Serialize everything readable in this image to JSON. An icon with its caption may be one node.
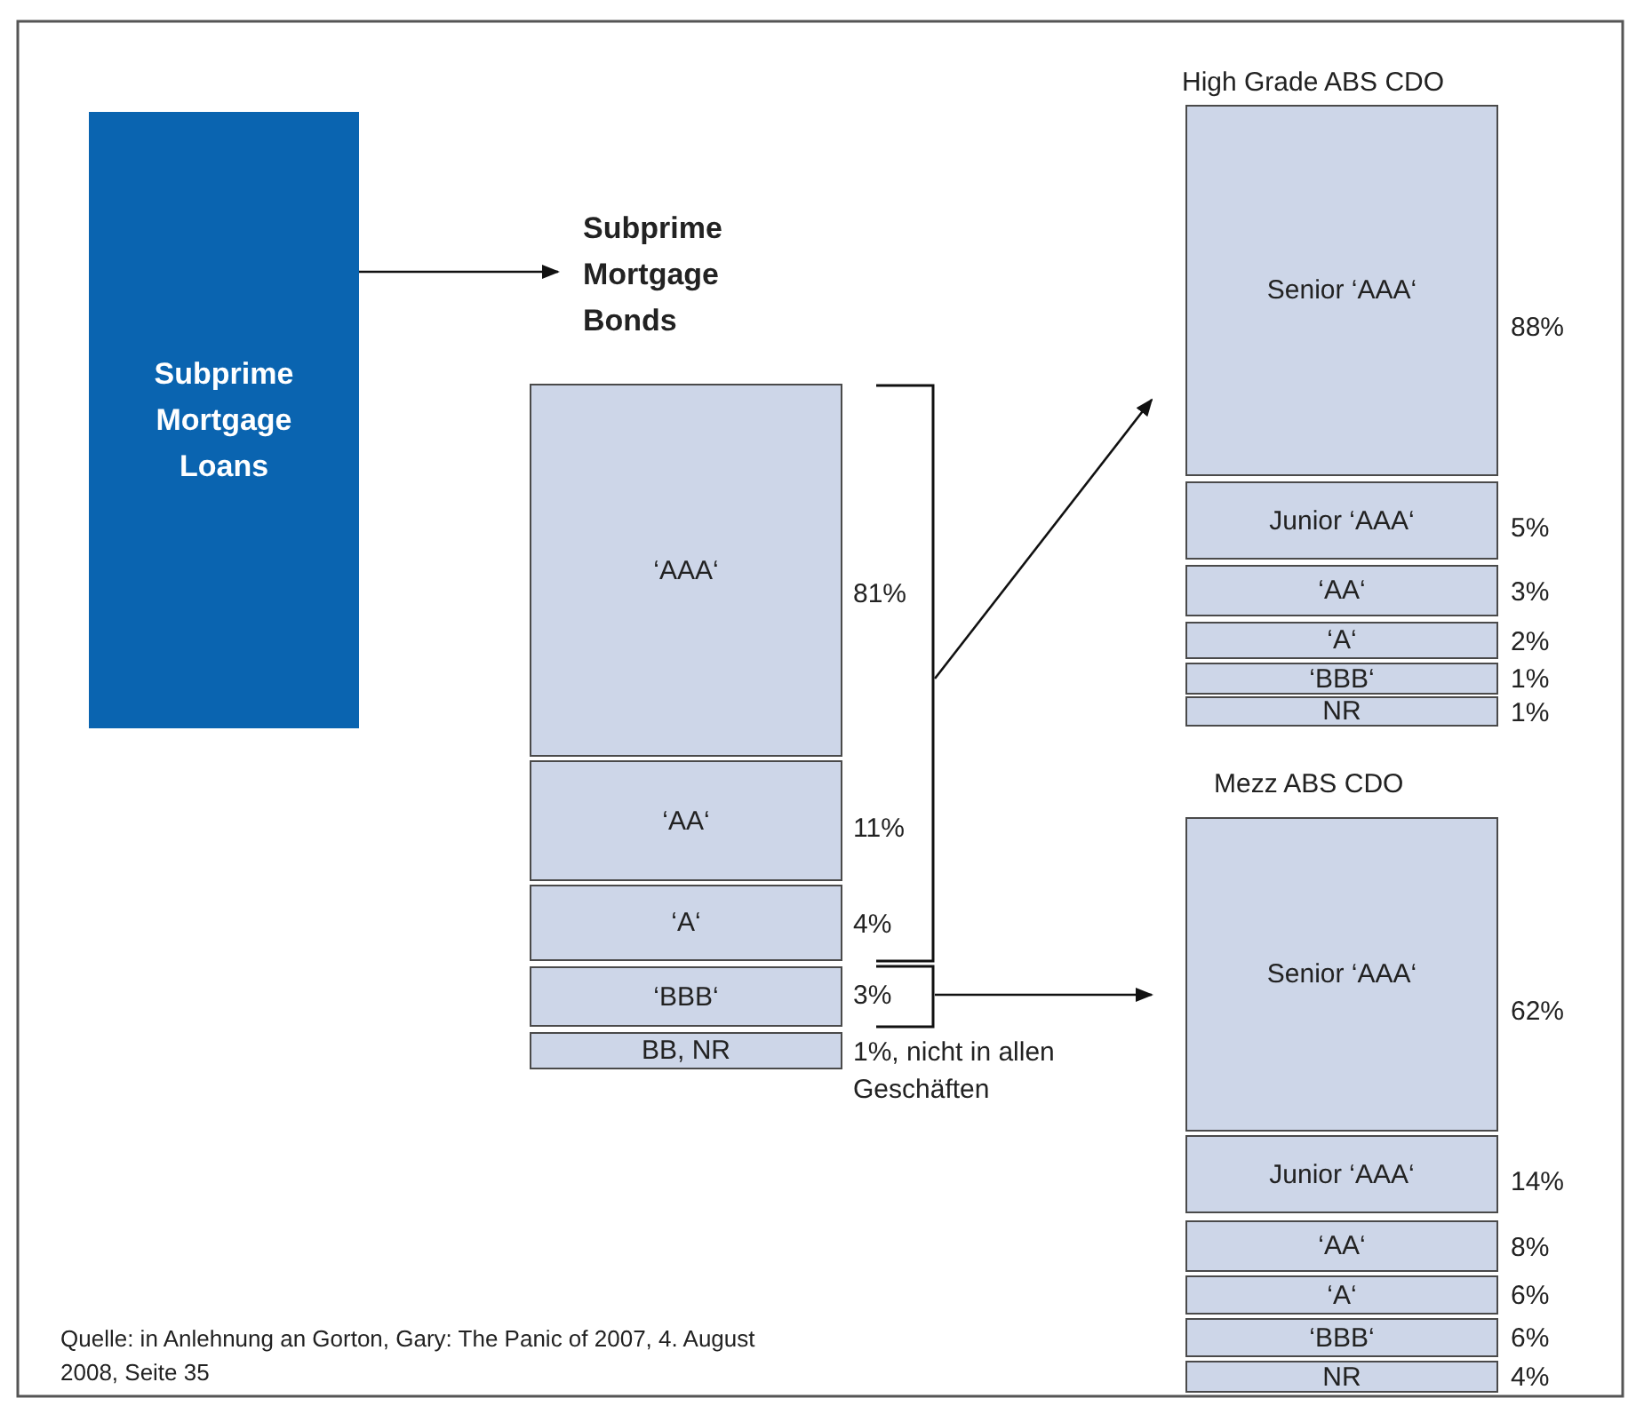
{
  "diagram": {
    "nodes": [
      {
        "text": [
          "Subprime Mortgage Loans"
        ]
      },
      {
        "text": [
          "Subprime Mortgage Bonds"
        ]
      },
      {
        "text": [
          "‘AAA‘"
        ],
        "beside": [
          "81%"
        ]
      },
      {
        "text": [
          "‘AA‘"
        ],
        "beside": [
          "11%"
        ]
      },
      {
        "text": [
          "‘A‘"
        ],
        "beside": [
          "4%"
        ]
      },
      {
        "text": [
          "‘BBB‘"
        ],
        "beside": [
          "3%"
        ]
      },
      {
        "text": [
          "BB, NR"
        ],
        "beside": [
          "1%, nicht in allen Geschäften"
        ]
      },
      {
        "text": [],
        "shape": "bracket"
      },
      {
        "text": [],
        "shape": "bracket"
      },
      {
        "text": [
          "High Grade ABS CDO"
        ]
      },
      {
        "text": [
          "Senior ‘AAA‘"
        ],
        "beside": [
          "88%"
        ],
        "in": 9
      },
      {
        "text": [
          "Junior ‘AAA‘"
        ],
        "beside": [
          "5%"
        ],
        "in": 9
      },
      {
        "text": [
          "‘AA‘"
        ],
        "beside": [
          "3%"
        ],
        "in": 9
      },
      {
        "text": [
          "‘A‘"
        ],
        "beside": [
          "2%"
        ],
        "in": 9
      },
      {
        "text": [
          "‘BBB‘"
        ],
        "beside": [
          "1%"
        ],
        "in": 9
      },
      {
        "text": [
          "NR"
        ],
        "beside": [
          "1%"
        ],
        "in": 9
      },
      {
        "text": [
          "Mezz ABS CDO"
        ]
      },
      {
        "text": [
          "Senior ‘AAA‘"
        ],
        "beside": [
          "62%"
        ],
        "in": 16
      },
      {
        "text": [
          "Junior ‘AAA‘"
        ],
        "beside": [
          "14%"
        ],
        "in": 16
      },
      {
        "text": [
          "‘AA‘"
        ],
        "beside": [
          "8%"
        ],
        "in": 16
      },
      {
        "text": [
          "‘A‘"
        ],
        "beside": [
          "6%"
        ],
        "in": 16
      },
      {
        "text": [
          "‘BBB‘"
        ],
        "beside": [
          "6%"
        ],
        "in": 16
      },
      {
        "text": [
          "NR"
        ],
        "beside": [
          "4%"
        ],
        "in": 16
      }
    ],
    "edges": [
      {
        "from": 0,
        "to": 1,
        "arrow": "to"
      },
      {
        "from": 7,
        "to": 9,
        "arrow": "to"
      },
      {
        "from": 8,
        "to": 16,
        "arrow": "to"
      }
    ],
    "labels": [
      "Quelle: in Anlehnung an Gorton, Gary: The Panic of 2007, 4. August 2008, Seite 35"
    ]
  }
}
